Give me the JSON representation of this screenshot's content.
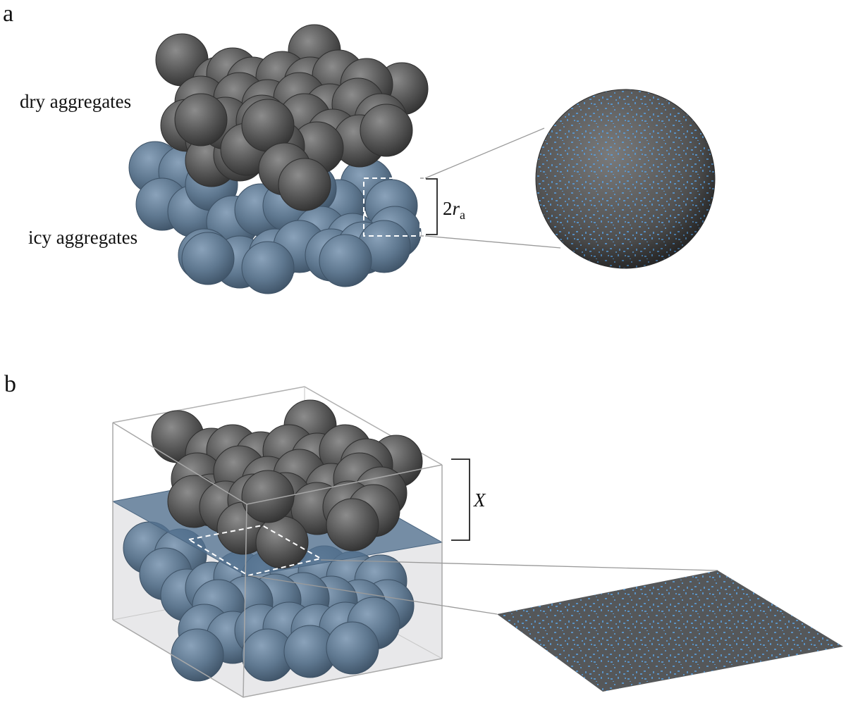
{
  "panel_a": {
    "letter": "a",
    "label_top": "dry aggregates",
    "label_bottom": "icy aggregates",
    "dimension": {
      "prefix": "2",
      "variable": "r",
      "subscript": "a"
    }
  },
  "panel_b": {
    "letter": "b",
    "dimension": "X"
  },
  "colors": {
    "dry_sphere": "#545454",
    "icy_sphere": "#5f7890",
    "ice_speckle": "#5b9bd5",
    "cross_section": "#555759",
    "box_fill": "#e8e8ea"
  }
}
